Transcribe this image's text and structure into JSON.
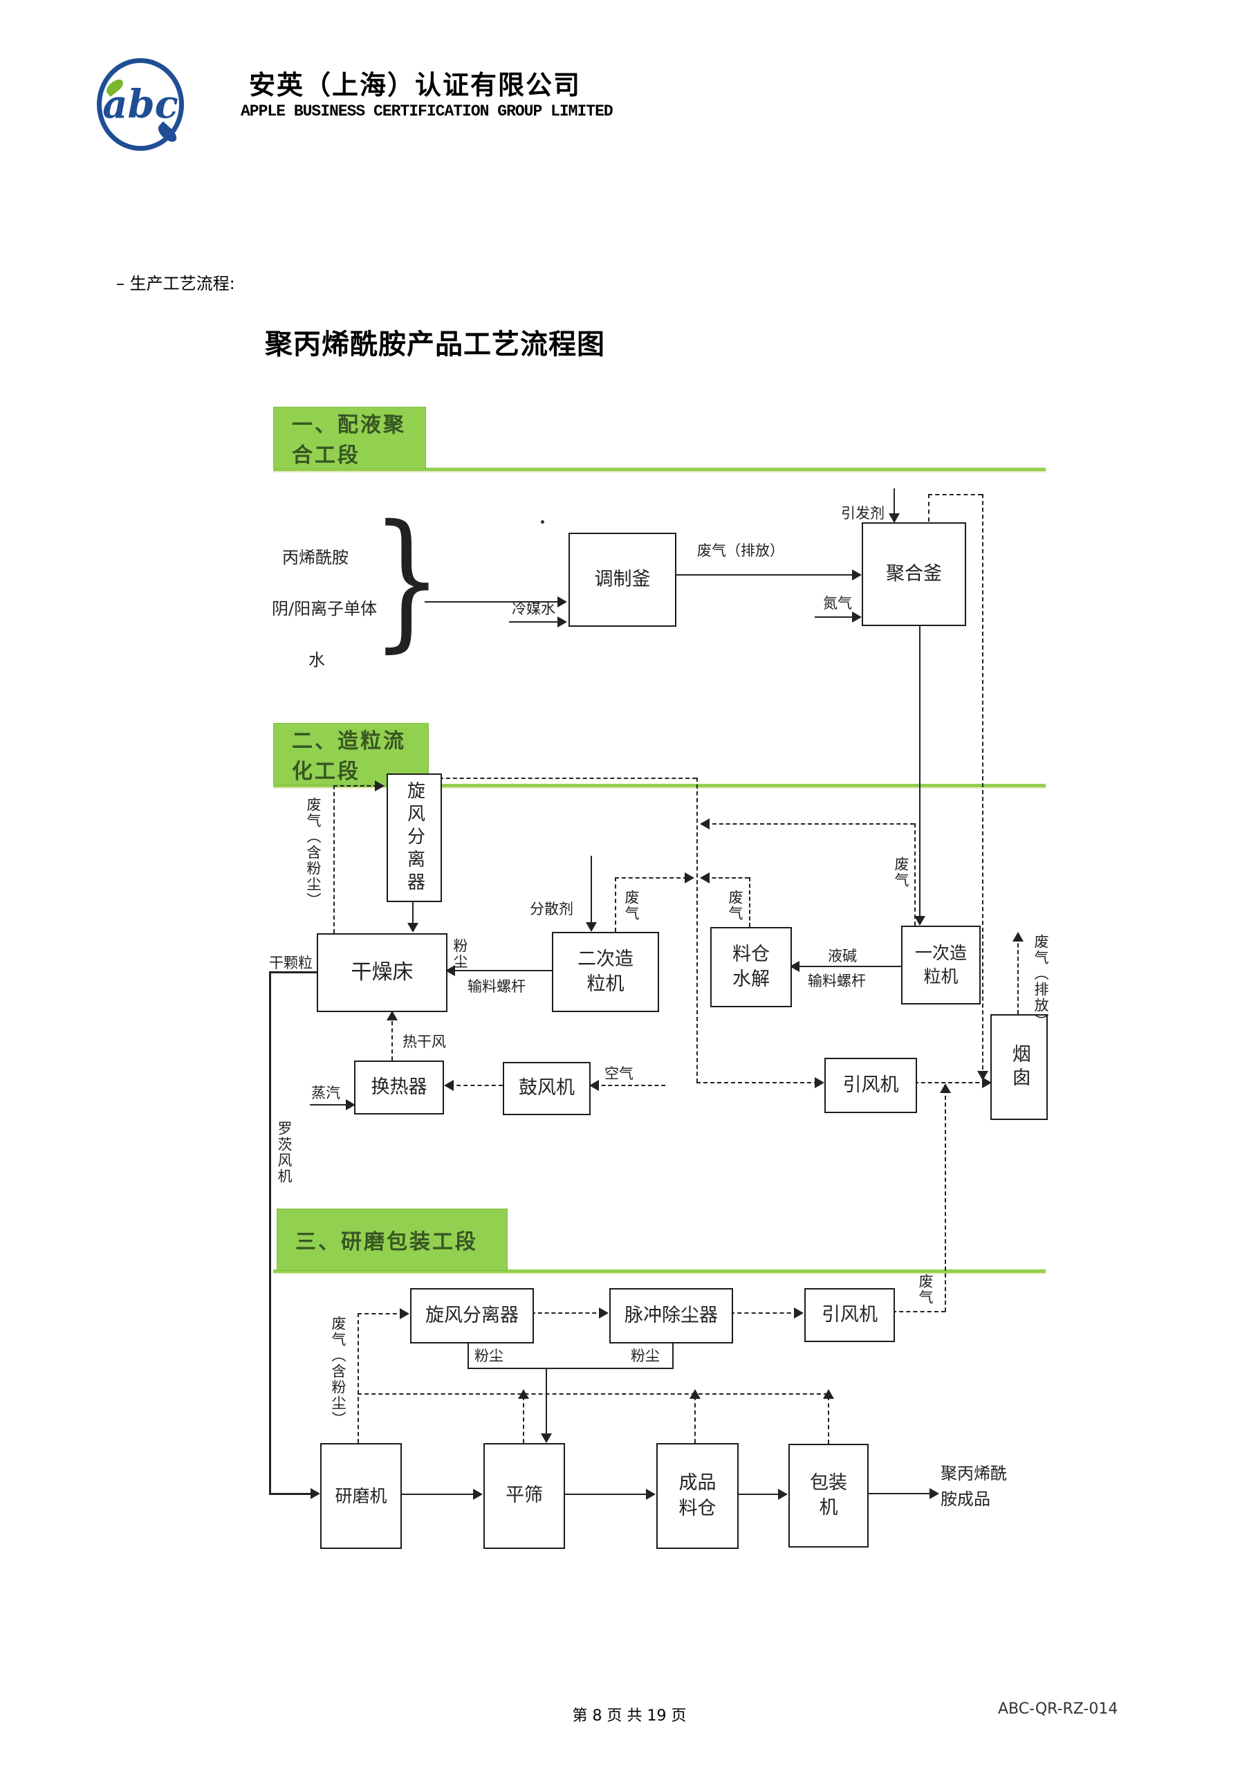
{
  "header": {
    "logo_text": "abc",
    "company_cn": "安英（上海）认证有限公司",
    "company_en": "APPLE BUSINESS CERTIFICATION GROUP LIMITED"
  },
  "intro_label": "– 生产工艺流程:",
  "title": "聚丙烯酰胺产品工艺流程图",
  "colors": {
    "accent_green": "#92D050",
    "header_text_green": "#375623",
    "logo_blue": "#1F4E95",
    "leaf_green": "#7CB52E",
    "line_dark": "#222222"
  },
  "s1": {
    "header": "一、配液聚合工段",
    "input1": "丙烯酰胺",
    "input2": "阴/阳离子单体",
    "input3": "水",
    "brace_glyph": "}",
    "box_tiaozhifu": "调制釜",
    "box_juhefu": "聚合釜",
    "lbl_lengmeishui": "冷媒水",
    "lbl_feiqi_paifang": "废气（排放）",
    "lbl_yinfaji": "引发剂",
    "lbl_danqi": "氮气"
  },
  "s2": {
    "header": "二、造粒流化工段",
    "box_xuanfeng": "旋风分离器",
    "box_ganzaochuang": "干燥床",
    "box_erci": "二次造\n粒机",
    "box_liaocang": "料仓\n水解",
    "box_yici": "一次造\n粒机",
    "box_huanreqi": "换热器",
    "box_gufengji": "鼓风机",
    "box_yinfengji": "引风机",
    "box_yancong": "烟囱",
    "lbl_feiqi_hanfenchen": "废气（含粉尘）",
    "lbl_fenchen": "粉尘",
    "lbl_gankeli": "干颗粒",
    "lbl_fensanji": "分散剂",
    "lbl_feiqi": "废气",
    "lbl_yejian": "液碱",
    "lbl_shuliao": "输料螺杆",
    "lbl_reganfeng": "热干风",
    "lbl_zhengqi": "蒸汽",
    "lbl_kongqi": "空气",
    "lbl_luoci": "罗茨风机",
    "lbl_feiqi_paifang": "废气（排放）"
  },
  "s3": {
    "header": "三、研磨包装工段",
    "box_xuanfeng": "旋风分离器",
    "box_maichong": "脉冲除尘器",
    "box_yinfengji": "引风机",
    "box_yanmoji": "研磨机",
    "box_pingshai": "平筛",
    "box_chengpin": "成品\n料仓",
    "box_baozhuang": "包装\n机",
    "lbl_feiqi": "废气",
    "lbl_fenchen": "粉尘",
    "lbl_feiqi_hanfenchen": "废气（含粉尘）",
    "lbl_output": "聚丙烯酰\n胺成品"
  },
  "footer": {
    "page_label": "第 8 页 共 19 页",
    "doc_code": "ABC-QR-RZ-014"
  }
}
